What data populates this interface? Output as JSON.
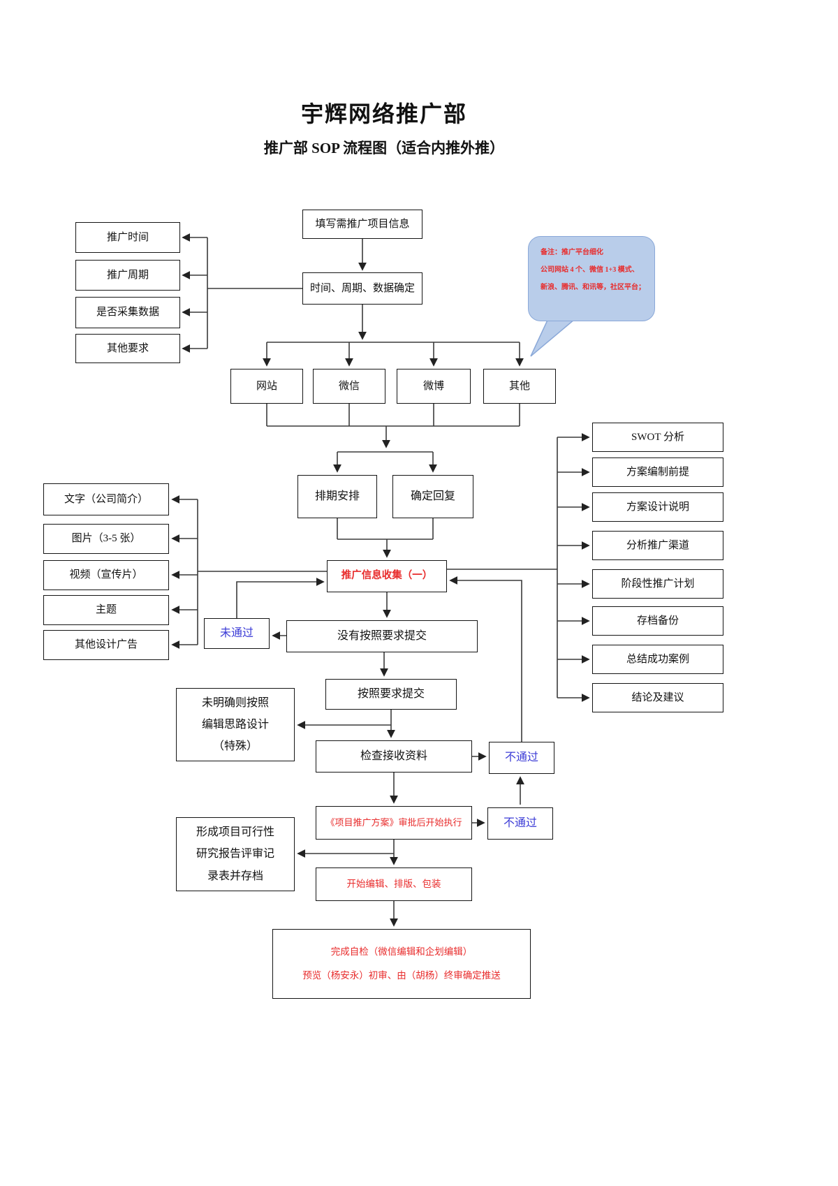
{
  "page": {
    "title": "宇辉网络推广部",
    "subtitle": "推广部 SOP 流程图（适合内推外推）"
  },
  "colors": {
    "line_color": "#3a3a3a",
    "box_border": "#141414",
    "red_text": "#e82c2c",
    "blue_text": "#3b3bd6",
    "callout_fill": "#b9cdea",
    "callout_border": "#8aa8d8"
  },
  "callout": {
    "line1": "备注：推广平台细化",
    "line2": "公司网站 4 个、微信 1+3 模式、",
    "line3": "新浪、腾讯、和讯等，社区平台；"
  },
  "nodes": {
    "fill_info": {
      "label": "填写需推广项目信息"
    },
    "time_cycle": {
      "label": "时间、周期、数据确定"
    },
    "promo_time": {
      "label": "推广时间"
    },
    "promo_cycle": {
      "label": "推广周期"
    },
    "collect_data": {
      "label": "是否采集数据"
    },
    "other_req": {
      "label": "其他要求"
    },
    "website": {
      "label": "网站"
    },
    "wechat": {
      "label": "微信"
    },
    "weibo": {
      "label": "微博"
    },
    "other": {
      "label": "其他"
    },
    "schedule": {
      "label": "排期安排"
    },
    "reply": {
      "label": "确定回复"
    },
    "collect1": {
      "label": "推广信息收集（一）"
    },
    "fail_blue": {
      "label": "未通过"
    },
    "not_submit": {
      "label": "没有按照要求提交"
    },
    "submit": {
      "label": "按照要求提交"
    },
    "unclear": {
      "label": "未明确则按照\n编辑思路设计\n（特殊）"
    },
    "check": {
      "label": "检查接收资料"
    },
    "fail1": {
      "label": "不通过"
    },
    "plan_exec": {
      "label": "《项目推广方案》审批后开始执行"
    },
    "fail2": {
      "label": "不通过"
    },
    "report": {
      "label": "形成项目可行性\n研究报告评审记\n录表并存档"
    },
    "edit": {
      "label": "开始编辑、排版、包装"
    },
    "final_line1": "完成自检（微信编辑和企划编辑）",
    "final_line2": "预览（杨安永）初审、由（胡杨）终审确定推送",
    "swot": {
      "label": "SWOT 分析"
    },
    "premise": {
      "label": "方案编制前提"
    },
    "design": {
      "label": "方案设计说明"
    },
    "channel": {
      "label": "分析推广渠道"
    },
    "phase": {
      "label": "阶段性推广计划"
    },
    "archive": {
      "label": "存档备份"
    },
    "summary": {
      "label": "总结成功案例"
    },
    "conclusion": {
      "label": "结论及建议"
    },
    "text_intro": {
      "label": "文字（公司简介）"
    },
    "pictures": {
      "label": "图片（3-5 张）"
    },
    "video": {
      "label": "视频（宣传片）"
    },
    "theme": {
      "label": "主题"
    },
    "other_ad": {
      "label": "其他设计广告"
    }
  }
}
